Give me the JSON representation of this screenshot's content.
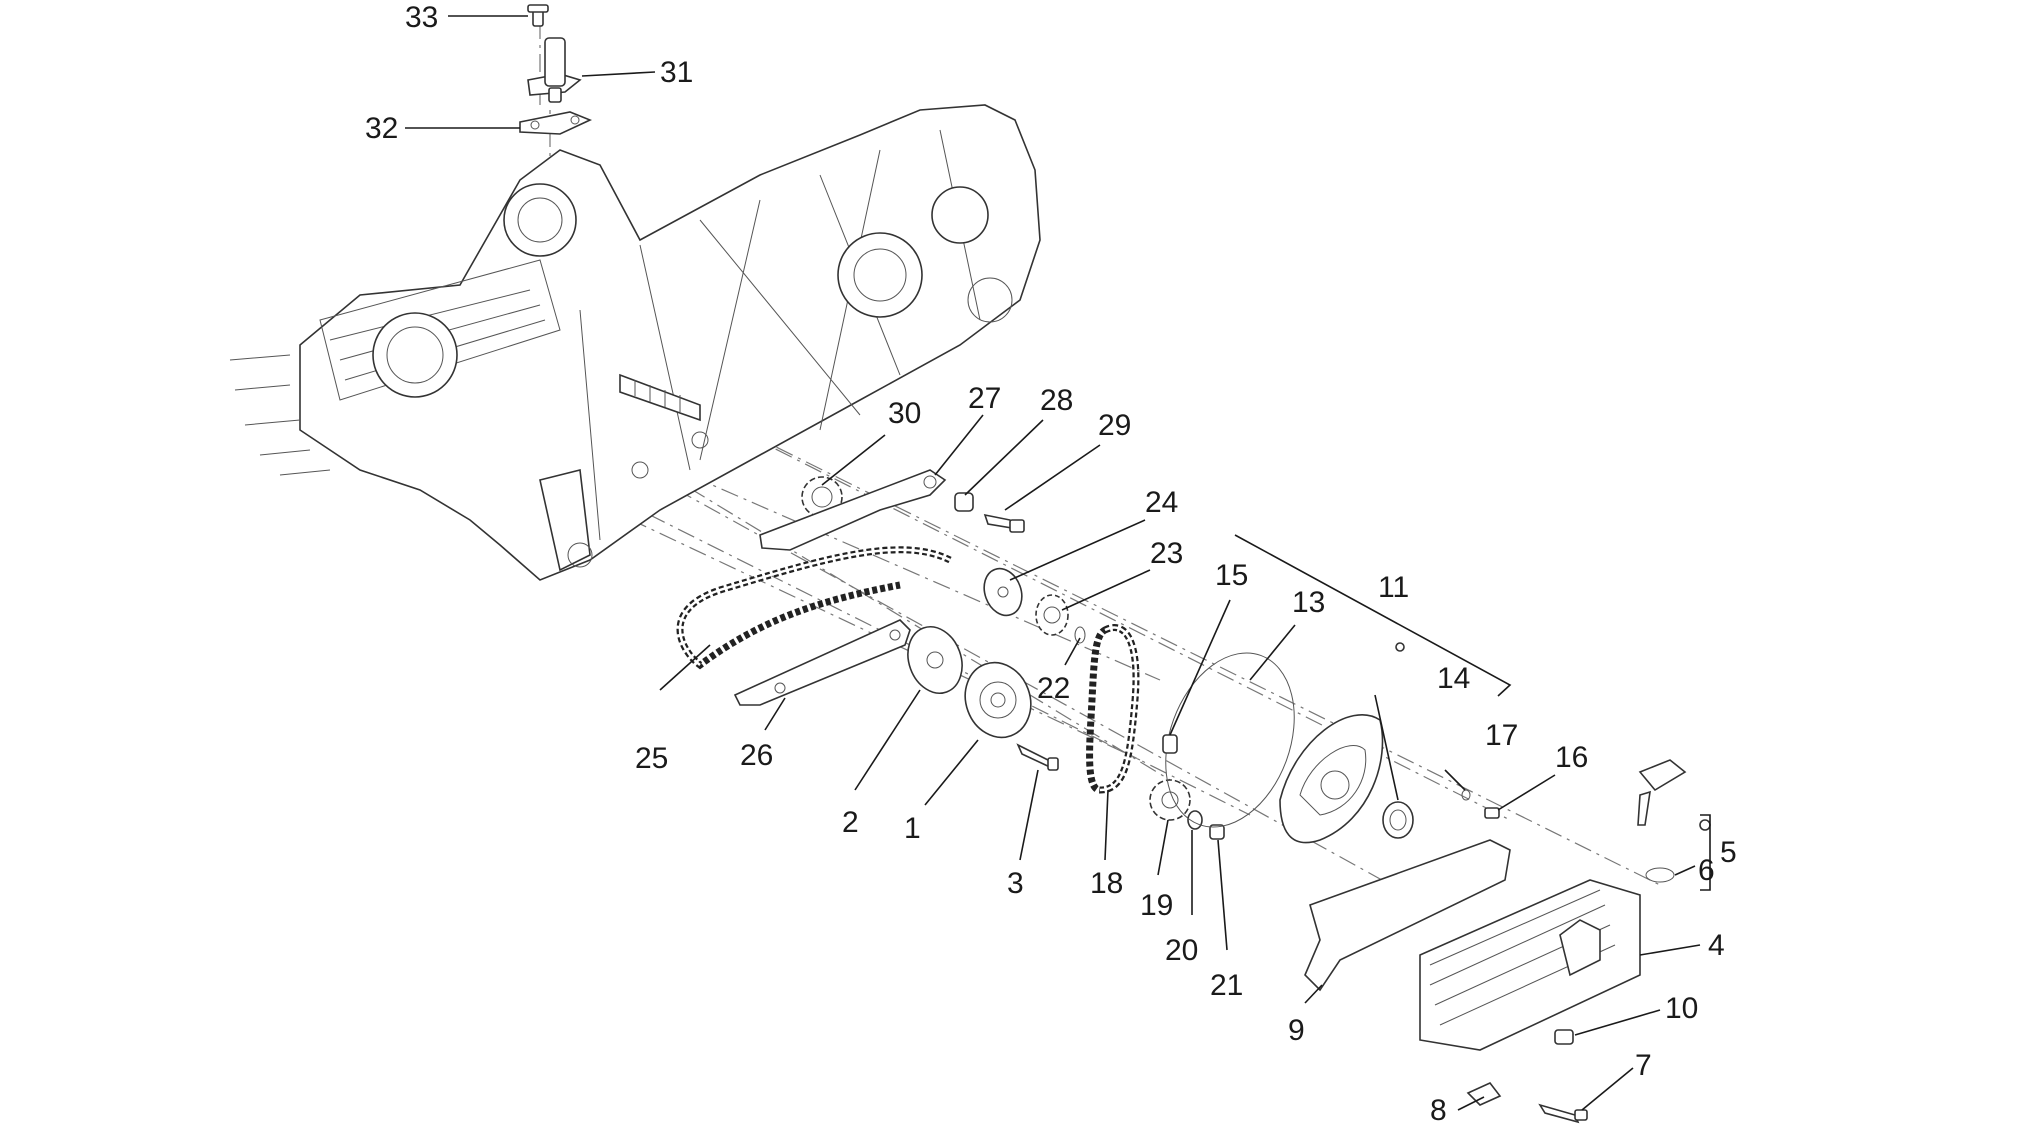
{
  "diagram": {
    "labels": {
      "p1": "1",
      "p2": "2",
      "p3": "3",
      "p4": "4",
      "p5": "5",
      "p6": "6",
      "p7": "7",
      "p8": "8",
      "p9": "9",
      "p10": "10",
      "p11": "11",
      "p12": "13",
      "p14": "14",
      "p15": "15",
      "p16": "16",
      "p17": "17",
      "p18": "18",
      "p19": "19",
      "p20": "20",
      "p21": "21",
      "p22": "22",
      "p23": "23",
      "p24": "24",
      "p25": "25",
      "p26": "26",
      "p27": "27",
      "p28": "28",
      "p29": "29",
      "p30": "30",
      "p31": "31",
      "p32": "32",
      "p33": "33"
    }
  }
}
